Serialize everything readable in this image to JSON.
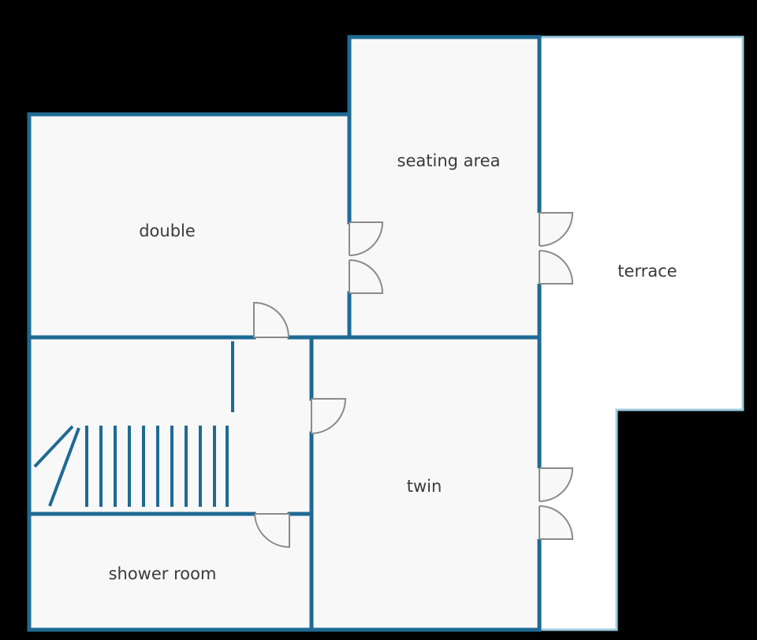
{
  "rooms": {
    "double": "double",
    "seating_area": "seating area",
    "terrace": "terrace",
    "twin": "twin",
    "shower_room": "shower room"
  },
  "colors": {
    "background": "#000000",
    "floor": "#f8f8f8",
    "wall": "#1f6a94",
    "terrace_edge": "#9ccbe0",
    "door_line": "#8a8a8a",
    "label": "#3a3a3a"
  }
}
